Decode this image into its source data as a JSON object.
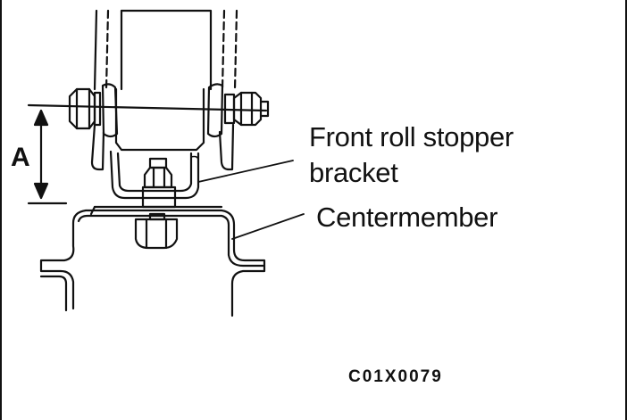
{
  "labels": {
    "dimension": "A",
    "bracket_line1": "Front roll stopper",
    "bracket_line2": "bracket",
    "centermember": "Centermember",
    "figure_code": "C01X0079"
  }
}
